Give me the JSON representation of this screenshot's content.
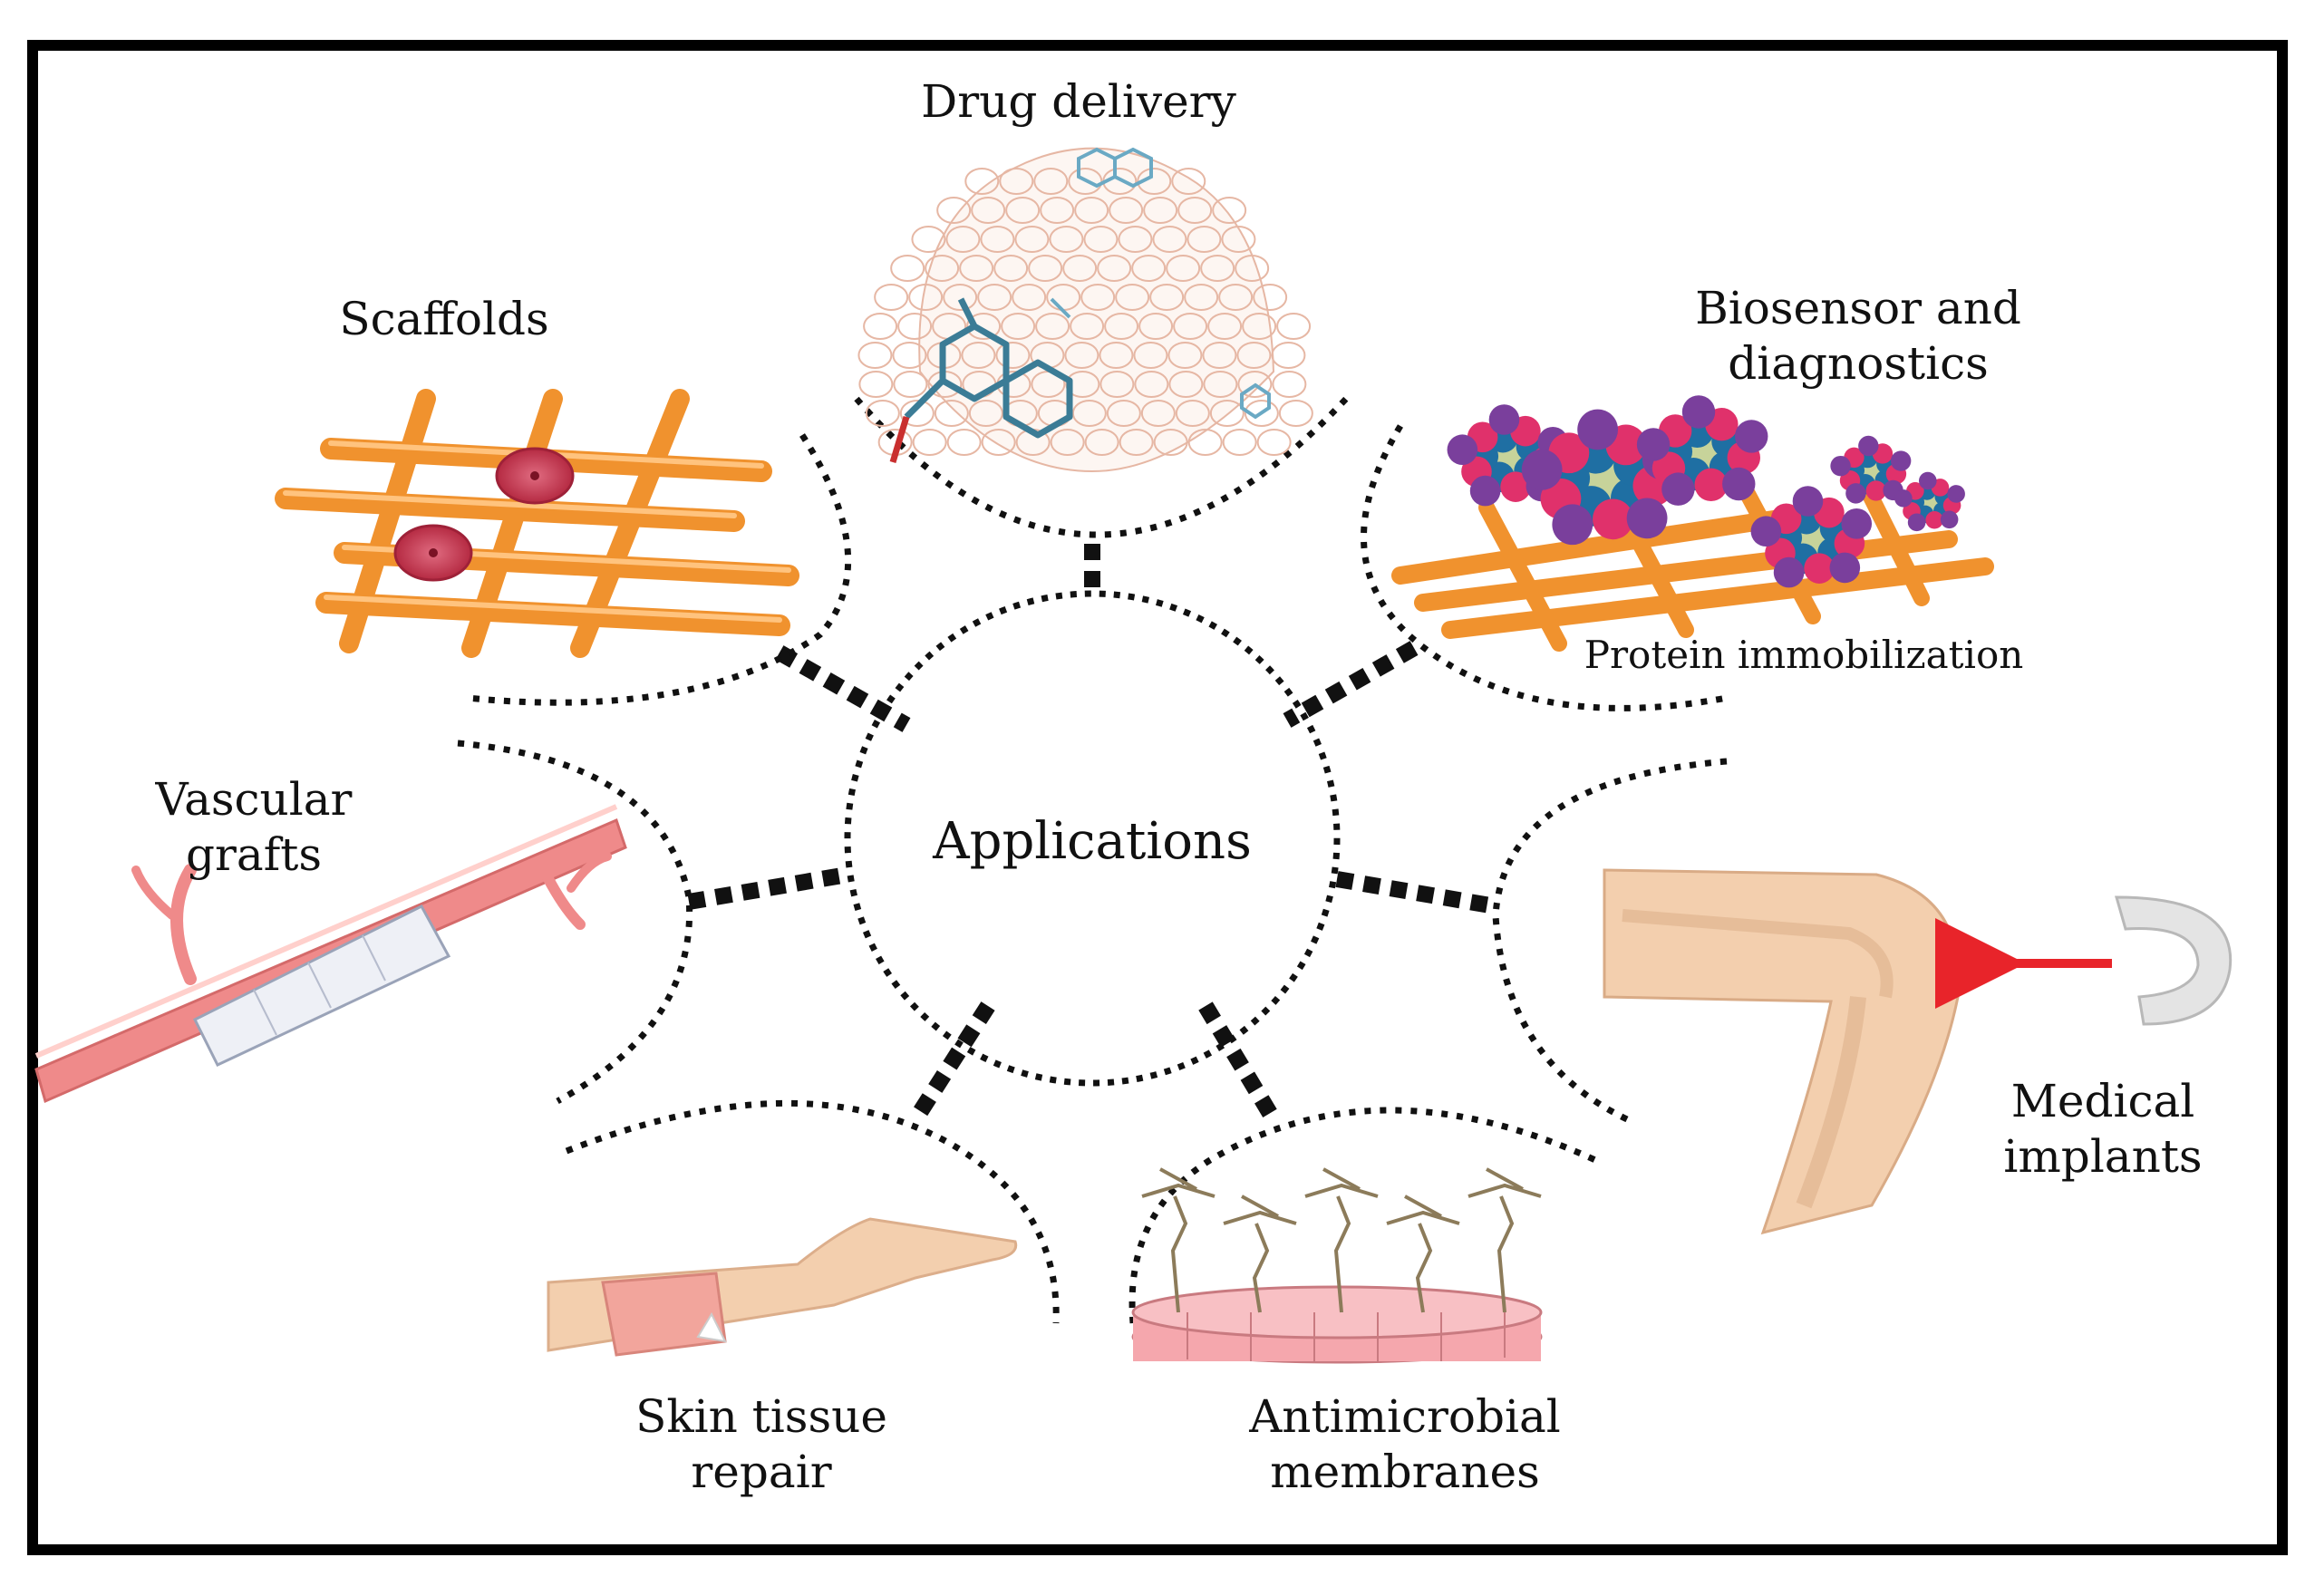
{
  "center": {
    "label": "Applications"
  },
  "nodes": [
    {
      "id": "drug-delivery",
      "lines": [
        "Drug delivery"
      ]
    },
    {
      "id": "scaffolds",
      "lines": [
        "Scaffolds"
      ]
    },
    {
      "id": "biosensor",
      "lines": [
        "Biosensor  and",
        "diagnostics"
      ],
      "sublabel": "Protein immobilization"
    },
    {
      "id": "vascular-grafts",
      "lines": [
        "Vascular",
        "grafts"
      ]
    },
    {
      "id": "medical-implants",
      "lines": [
        "Medical",
        "implants"
      ]
    },
    {
      "id": "skin-tissue-repair",
      "lines": [
        "Skin tissue",
        "repair"
      ]
    },
    {
      "id": "antimicrobial-membranes",
      "lines": [
        "Antimicrobial",
        "membranes"
      ]
    }
  ],
  "colors": {
    "border": "#000000",
    "fiber": "#f0922e",
    "cell": "#c9374f",
    "vessel": "#ef8a8a",
    "membrane": "#f5a7ad",
    "arrow": "#e8242a",
    "skin": "#f3cfae"
  }
}
